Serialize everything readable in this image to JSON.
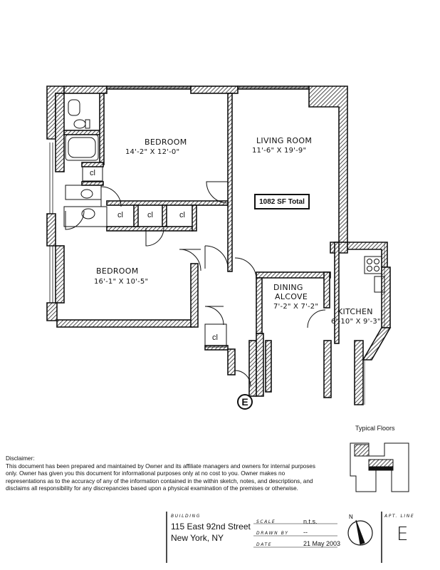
{
  "rooms": {
    "bedroom_1": {
      "name": "BEDROOM",
      "dims": "14'-2\" X 12'-0\""
    },
    "living_room": {
      "name": "LIVING  ROOM",
      "dims": "11'-6\" X 19'-9\""
    },
    "bedroom_2": {
      "name": "BEDROOM",
      "dims": "16'-1\" X 10'-5\""
    },
    "dining": {
      "name_line1": "DINING",
      "name_line2": "ALCOVE",
      "dims": "7'-2\" X 7'-2\""
    },
    "kitchen": {
      "name": "KITCHEN",
      "dims": "6'-10\" X 9'-3\""
    }
  },
  "closet_label": "cl",
  "area_total": "1082 SF Total",
  "entry_marker": "E",
  "key_plan_caption": "Typical Floors",
  "disclaimer": {
    "title": "Disclaimer:",
    "body": "This document has been prepared and maintained by Owner and its affiliate managers and owners for internal purposes only.  Owner has given you this document for informational purposes only at no cost to you.  Owner makes no representations as to the accuracy of any of the information contained in the within sketch, notes, and descriptions, and disclaims all responsibility for any discrepancies based upon a physical examination of the premises or otherwise."
  },
  "title_block": {
    "building_label": "BUILDING",
    "address_line1": "115 East 92nd Street",
    "address_line2": "New York, NY",
    "scale_label": "SCALE",
    "scale_value": "n.t.s.",
    "drawn_by_label": "DRAWN BY",
    "drawn_by_value": "--",
    "date_label": "DATE",
    "date_value": "21 May 2003",
    "north_label": "N",
    "apt_line_label": "APT. LINE",
    "apt_line_value": "E"
  },
  "colors": {
    "ink": "#111111",
    "wall_hatch": "#222222",
    "paper": "#ffffff"
  }
}
